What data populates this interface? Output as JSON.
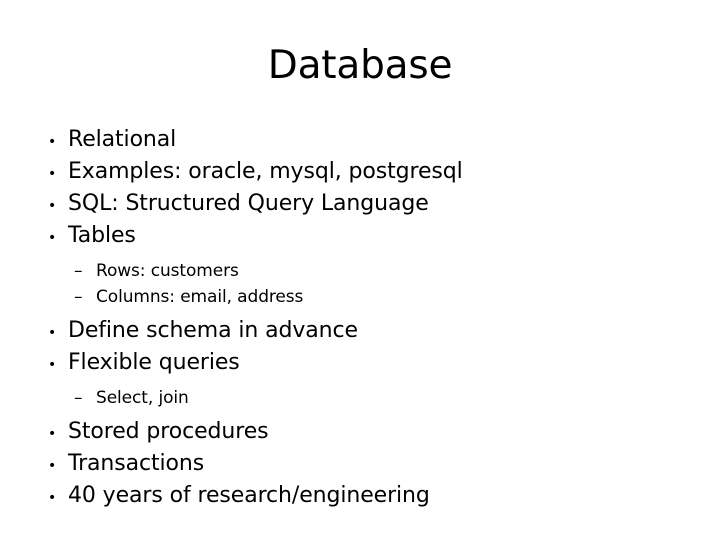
{
  "slide": {
    "title": "Database",
    "background_color": "#ffffff",
    "text_color": "#000000",
    "bullet_marker_level1": "•",
    "bullet_marker_level2": "–",
    "items": [
      {
        "level": 1,
        "text": "Relational"
      },
      {
        "level": 1,
        "text": "Examples: oracle, mysql, postgresql"
      },
      {
        "level": 1,
        "text": "SQL: Structured Query Language"
      },
      {
        "level": 1,
        "text": "Tables"
      },
      {
        "level": 2,
        "text": "Rows: customers"
      },
      {
        "level": 2,
        "text": "Columns: email, address"
      },
      {
        "level": 1,
        "text": "Define schema in advance"
      },
      {
        "level": 1,
        "text": "Flexible queries"
      },
      {
        "level": 2,
        "text": "Select, join"
      },
      {
        "level": 1,
        "text": "Stored procedures"
      },
      {
        "level": 1,
        "text": "Transactions"
      },
      {
        "level": 1,
        "text": "40 years of research/engineering"
      }
    ]
  }
}
